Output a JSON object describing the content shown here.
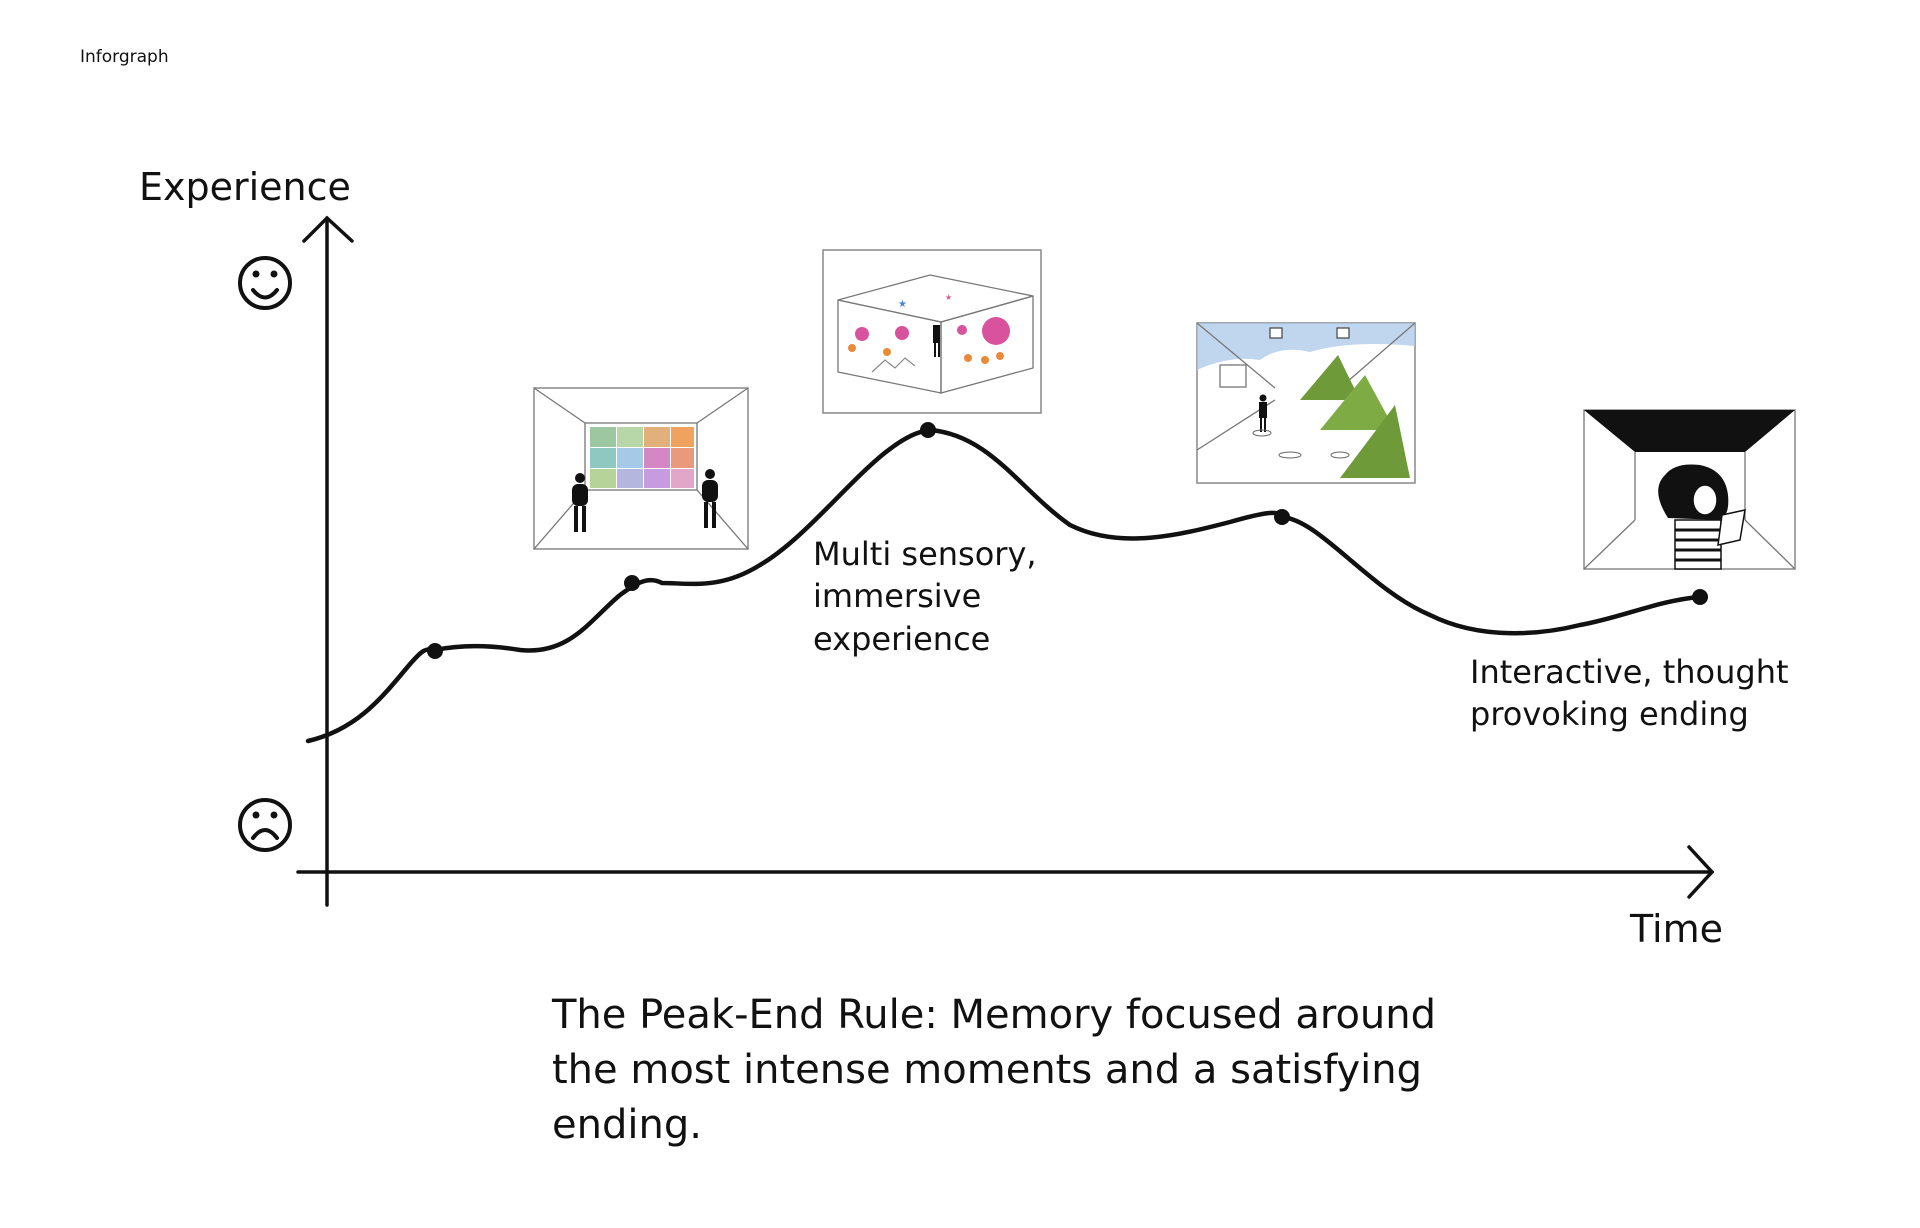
{
  "header": {
    "tag": "Inforgraph"
  },
  "axes": {
    "y_label": "Experience",
    "x_label": "Time",
    "happy_icon": "smiley-face-icon",
    "sad_icon": "frowning-face-icon"
  },
  "annotations": {
    "peak": [
      "Multi sensory,",
      "immersive",
      "experience"
    ],
    "end": [
      "Interactive, thought",
      "provoking ending"
    ]
  },
  "caption": [
    "The Peak-End Rule: Memory focused around",
    "the most intense moments and a satisfying",
    "ending."
  ],
  "illustrations": [
    {
      "icon": "gallery-room-with-colored-wall-icon"
    },
    {
      "icon": "space-immersive-room-icon"
    },
    {
      "icon": "mountain-projection-room-icon"
    },
    {
      "icon": "woman-reading-tablet-room-icon"
    }
  ],
  "colors": {
    "line": "#111111",
    "accent_pink": "#d9529e",
    "mountain_green": "#6f9a3a",
    "sky_blue": "#a9c8e8"
  }
}
